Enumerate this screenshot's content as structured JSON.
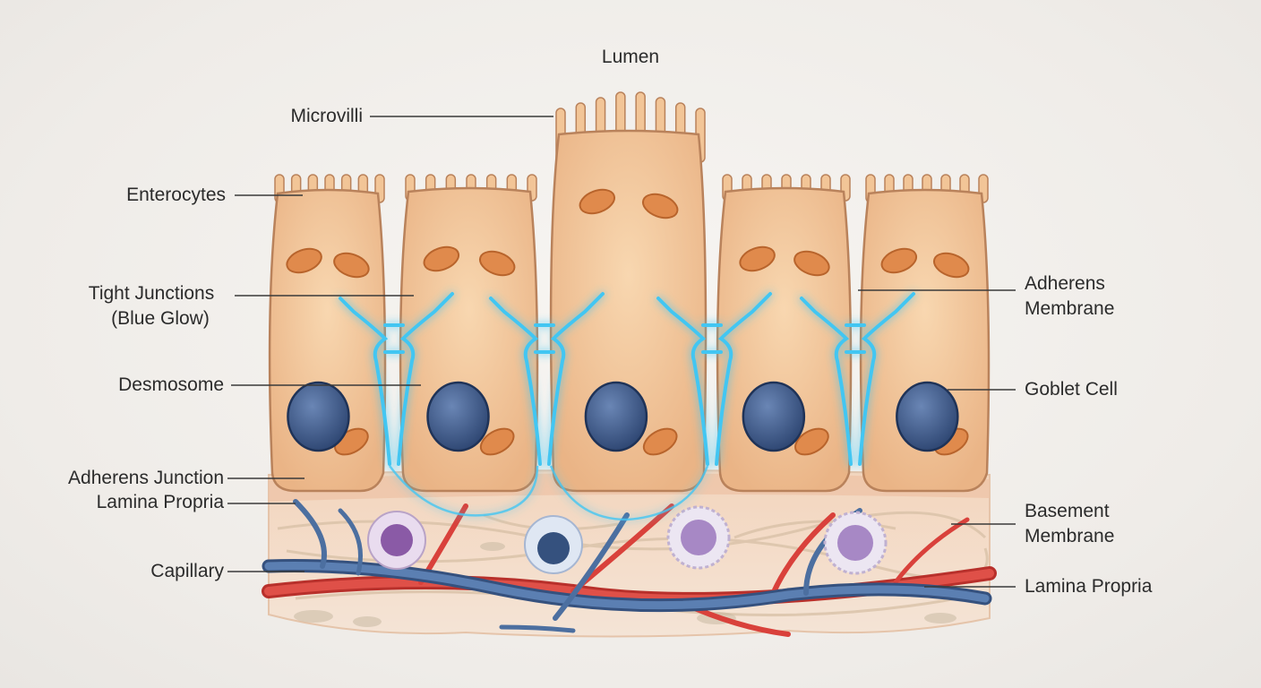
{
  "labels": {
    "lumen": "Lumen",
    "microvilli": "Microvilli",
    "enterocytes": "Enterocytes",
    "tight_junctions_1": "Tight Junctions",
    "tight_junctions_2": "(Blue Glow)",
    "desmosome": "Desmosome",
    "adherens_junction": "Adherens Junction",
    "lamina_propria_left": "Lamina Propria",
    "capillary": "Capillary",
    "adherens_membrane_1": "Adherens",
    "adherens_membrane_2": "Membrane",
    "goblet_cell": "Goblet Cell",
    "basement_membrane_1": "Basement",
    "basement_membrane_2": "Membrane",
    "lamina_propria_right": "Lamina Propria"
  },
  "colors": {
    "cell_fill": "#f2c597",
    "cell_edge": "#b9825b",
    "nucleus": "#3f5d8c",
    "mitochondria": "#e08a4c",
    "tight_junction_glow": "#43c6f2",
    "artery": "#d9413b",
    "vein": "#4c6fa0",
    "tissue": "#f6e1cf",
    "leader_line": "#3a3a3a"
  }
}
